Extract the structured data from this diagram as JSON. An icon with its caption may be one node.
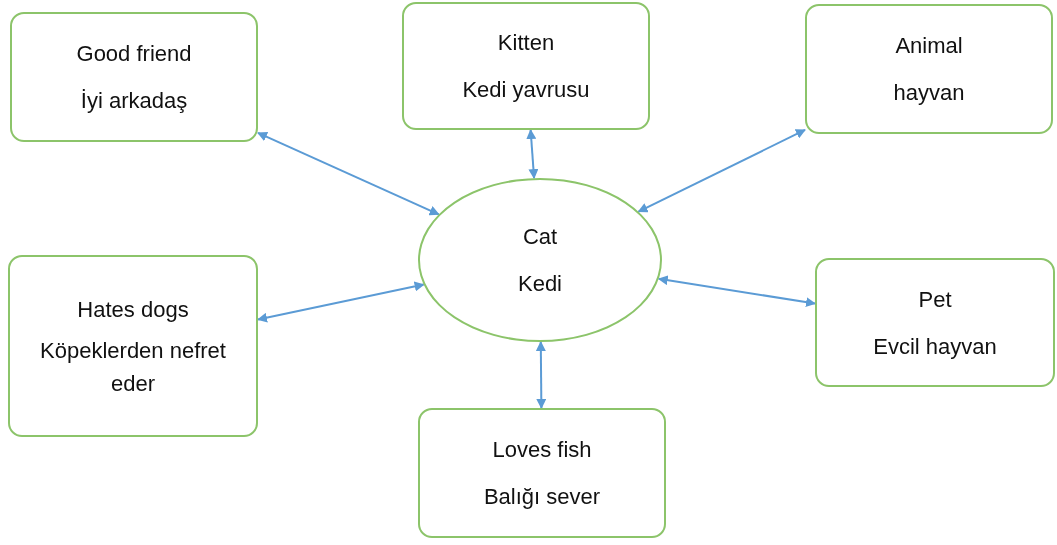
{
  "diagram": {
    "nodes": [
      {
        "text": [
          "Good friend",
          "İyi arkadaş"
        ]
      },
      {
        "text": [
          "Kitten",
          "Kedi yavrusu"
        ]
      },
      {
        "text": [
          "Animal",
          "hayvan"
        ]
      },
      {
        "text": [
          "Cat",
          "Kedi"
        ]
      },
      {
        "text": [
          "Hates dogs",
          "Köpeklerden nefret eder"
        ]
      },
      {
        "text": [
          "Pet",
          "Evcil hayvan"
        ]
      },
      {
        "text": [
          "Loves fish",
          "Balığı sever"
        ]
      }
    ],
    "edges": [
      {
        "from": 3,
        "to": 0,
        "arrow": "both"
      },
      {
        "from": 3,
        "to": 1,
        "arrow": "both"
      },
      {
        "from": 3,
        "to": 2,
        "arrow": "both"
      },
      {
        "from": 3,
        "to": 4,
        "arrow": "both"
      },
      {
        "from": 3,
        "to": 5,
        "arrow": "both"
      },
      {
        "from": 3,
        "to": 6,
        "arrow": "both"
      }
    ]
  }
}
